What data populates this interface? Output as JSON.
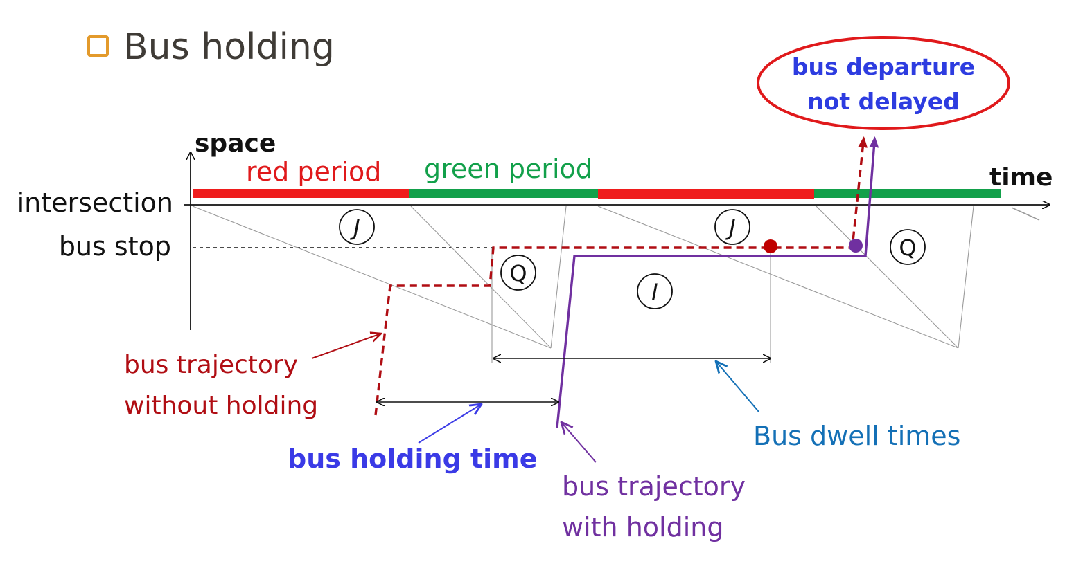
{
  "title": "Bus holding",
  "bullet_icon": "hollow-square-bullet-icon",
  "axes": {
    "y_label": "space",
    "x_label": "time"
  },
  "levels": {
    "intersection": "intersection",
    "bus_stop": "bus stop"
  },
  "signal": {
    "red_label": "red period",
    "green_label": "green period",
    "red_color": "#ef1c1c",
    "green_color": "#12a04a"
  },
  "zones": {
    "j1": "J",
    "j2": "J",
    "q1": "Q",
    "q2": "Q",
    "i": "I"
  },
  "annotations": {
    "without_holding_line1": "bus trajectory",
    "without_holding_line2": "without holding",
    "holding_time": "bus holding time",
    "dwell_times": "Bus dwell times",
    "with_holding_line1": "bus trajectory",
    "with_holding_line2": "with holding",
    "callout_line1": "bus departure",
    "callout_line2": "not delayed"
  },
  "colors": {
    "without_holding": "#b00d13",
    "with_holding": "#7030a0",
    "callout_border": "#e0191b",
    "holding_arrow": "#3a3ae6",
    "dwell_arrow": "#1470b6"
  }
}
